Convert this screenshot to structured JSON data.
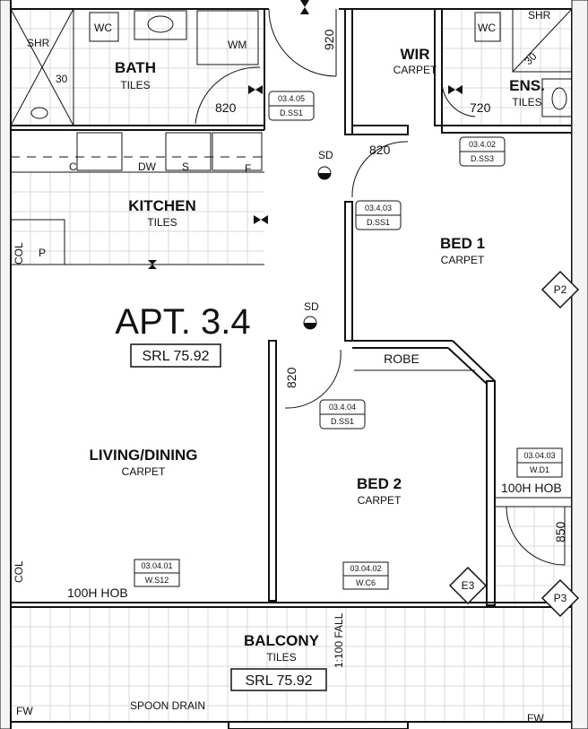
{
  "apartment": {
    "name": "APT. 3.4",
    "srl": "SRL 75.92"
  },
  "rooms": {
    "bath": {
      "name": "BATH",
      "finish": "TILES"
    },
    "wir": {
      "name": "WIR",
      "finish": "CARPET"
    },
    "ens": {
      "name": "ENS.",
      "finish": "TILES"
    },
    "kitchen": {
      "name": "KITCHEN",
      "finish": "TILES"
    },
    "bed1": {
      "name": "BED 1",
      "finish": "CARPET"
    },
    "bed2": {
      "name": "BED 2",
      "finish": "CARPET"
    },
    "living": {
      "name": "LIVING/DINING",
      "finish": "CARPET"
    },
    "balcony": {
      "name": "BALCONY",
      "finish": "TILES",
      "srl": "SRL 75.92"
    },
    "robe": "ROBE"
  },
  "fixtures": {
    "shr_left": "SHR",
    "shr_right": "SHR",
    "wc_left": "WC",
    "wc_right": "WC",
    "wm": "WM",
    "c": "C",
    "dw": "DW",
    "s": "S",
    "f": "F",
    "p": "P",
    "sd1": "SD",
    "sd2": "SD",
    "col_top": "COL",
    "col_bottom": "COL",
    "fw_left": "FW",
    "fw_right": "FW",
    "spoon_drain": "SPOON DRAIN",
    "fall": "1:100 FALL",
    "hob_left": "100H HOB",
    "hob_right": "100H HOB",
    "slope_left": "30",
    "slope_right": "30"
  },
  "dimensions": {
    "d920": "920",
    "d820_bath": "820",
    "d820_wir": "820",
    "d720": "720",
    "d820_bed2": "820",
    "d850": "850"
  },
  "tags": [
    {
      "code": "03.4.05",
      "type": "D.SS1"
    },
    {
      "code": "03.4.02",
      "type": "D.SS3"
    },
    {
      "code": "03.4.03",
      "type": "D.SS1"
    },
    {
      "code": "03.4.04",
      "type": "D.SS1"
    },
    {
      "code": "03.04.03",
      "type": "W.D1"
    },
    {
      "code": "03.04.01",
      "type": "W.S12"
    },
    {
      "code": "03.04.02",
      "type": "W.C6"
    }
  ],
  "markers": {
    "p2": "P2",
    "p3": "P3",
    "e3": "E3"
  }
}
